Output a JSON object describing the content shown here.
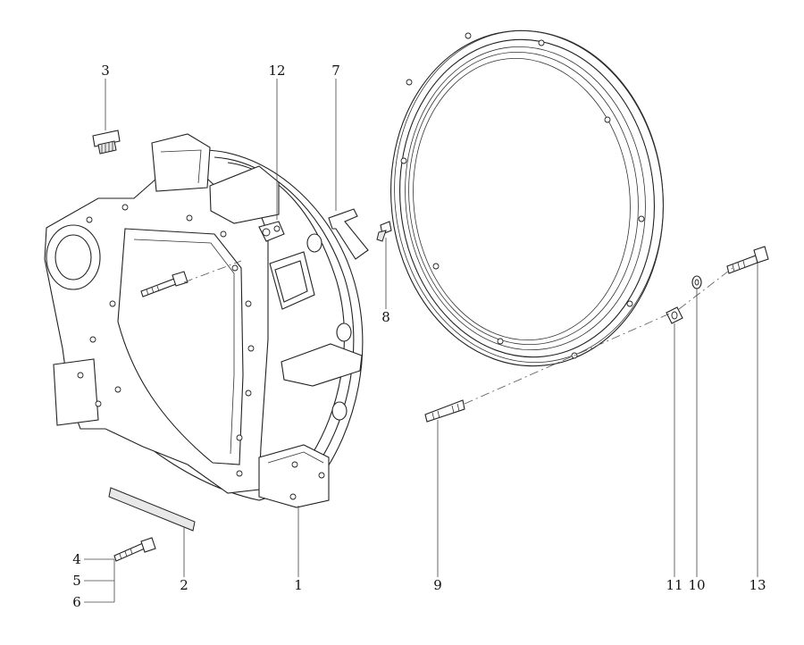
{
  "callouts": [
    {
      "id": "c1",
      "label": "1"
    },
    {
      "id": "c2",
      "label": "2"
    },
    {
      "id": "c3",
      "label": "3"
    },
    {
      "id": "c4",
      "label": "4"
    },
    {
      "id": "c5",
      "label": "5"
    },
    {
      "id": "c6",
      "label": "6"
    },
    {
      "id": "c7",
      "label": "7"
    },
    {
      "id": "c8",
      "label": "8"
    },
    {
      "id": "c9",
      "label": "9"
    },
    {
      "id": "c10",
      "label": "10"
    },
    {
      "id": "c11",
      "label": "11"
    },
    {
      "id": "c12",
      "label": "12"
    },
    {
      "id": "c13",
      "label": "13"
    }
  ]
}
